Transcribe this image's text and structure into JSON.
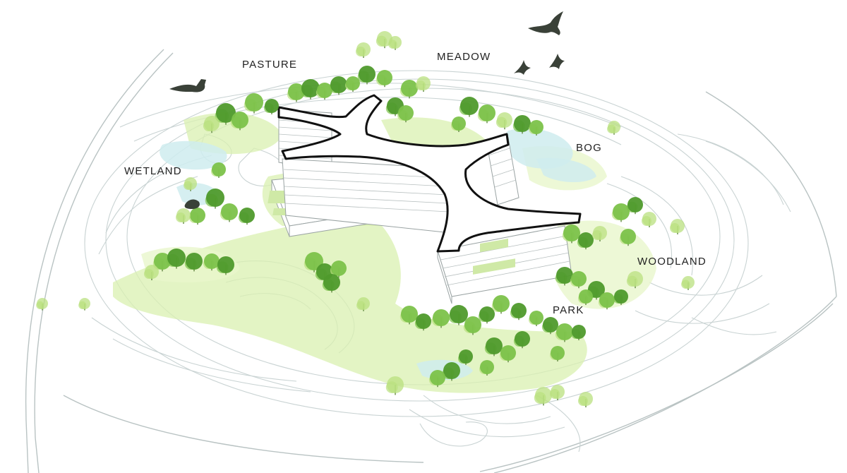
{
  "labels": {
    "pasture": "PASTURE",
    "meadow": "MEADOW",
    "bog": "BOG",
    "wetland": "WETLAND",
    "woodland": "WOODLAND",
    "park": "PARK"
  },
  "colors": {
    "tree_dark": "#4f9a2c",
    "tree_mid": "#7cc24a",
    "tree_light": "#b9e07f",
    "ground_green": "#d9f0b0",
    "water": "#cfecef",
    "contour": "#c9d3d3",
    "roof_outline": "#111111",
    "bird": "#3a4138"
  }
}
